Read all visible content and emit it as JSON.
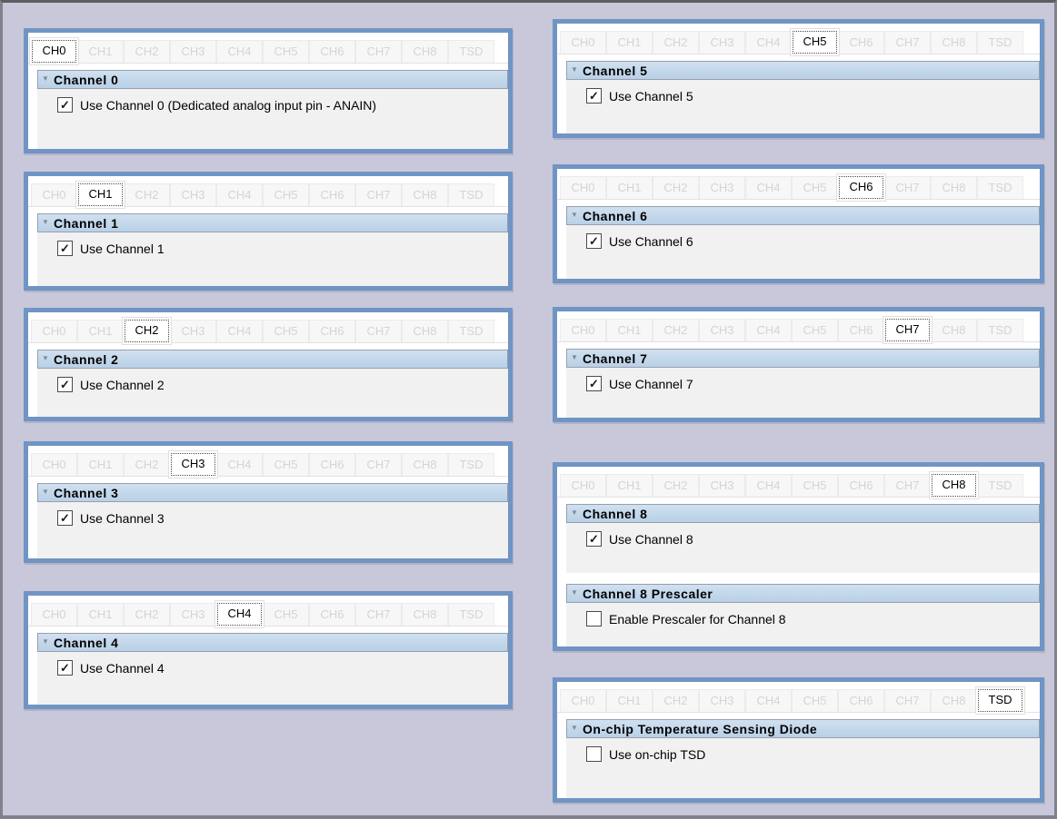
{
  "tabs": [
    "CH0",
    "CH1",
    "CH2",
    "CH3",
    "CH4",
    "CH5",
    "CH6",
    "CH7",
    "CH8",
    "TSD"
  ],
  "panels": [
    {
      "selected": "CH0",
      "sections": [
        {
          "title": "Channel 0",
          "items": [
            {
              "label": "Use Channel 0 (Dedicated analog input pin - ANAIN)",
              "checked": true
            }
          ]
        }
      ]
    },
    {
      "selected": "CH1",
      "sections": [
        {
          "title": "Channel 1",
          "items": [
            {
              "label": "Use Channel 1",
              "checked": true
            }
          ]
        }
      ]
    },
    {
      "selected": "CH2",
      "sections": [
        {
          "title": "Channel 2",
          "items": [
            {
              "label": "Use Channel 2",
              "checked": true
            }
          ]
        }
      ]
    },
    {
      "selected": "CH3",
      "sections": [
        {
          "title": "Channel 3",
          "items": [
            {
              "label": "Use Channel 3",
              "checked": true
            }
          ]
        }
      ]
    },
    {
      "selected": "CH4",
      "sections": [
        {
          "title": "Channel 4",
          "items": [
            {
              "label": "Use Channel 4",
              "checked": true
            }
          ]
        }
      ]
    },
    {
      "selected": "CH5",
      "sections": [
        {
          "title": "Channel 5",
          "items": [
            {
              "label": "Use Channel 5",
              "checked": true
            }
          ]
        }
      ]
    },
    {
      "selected": "CH6",
      "sections": [
        {
          "title": "Channel 6",
          "items": [
            {
              "label": "Use Channel 6",
              "checked": true
            }
          ]
        }
      ]
    },
    {
      "selected": "CH7",
      "sections": [
        {
          "title": "Channel 7",
          "items": [
            {
              "label": "Use Channel 7",
              "checked": true
            }
          ]
        }
      ]
    },
    {
      "selected": "CH8",
      "sections": [
        {
          "title": "Channel 8",
          "items": [
            {
              "label": "Use Channel 8",
              "checked": true
            }
          ]
        },
        {
          "title": "Channel 8 Prescaler",
          "items": [
            {
              "label": "Enable Prescaler for Channel 8",
              "checked": false
            }
          ]
        }
      ]
    },
    {
      "selected": "TSD",
      "sections": [
        {
          "title": "On-chip Temperature Sensing Diode",
          "items": [
            {
              "label": "Use on-chip TSD",
              "checked": false
            }
          ]
        }
      ]
    }
  ],
  "glyphs": {
    "check": "✓",
    "collapse_triangle": "▼"
  },
  "colors": {
    "page_background": "#c8c8da",
    "page_frame": "#81818b",
    "panel_border": "#7094c4",
    "panel_background": "#ffffff",
    "tab_text_dimmed": "#d4d4d4",
    "tab_background": "#f7f7f7",
    "tab_selected_text": "#000000",
    "section_header_fill": "#c3d8ec",
    "section_header_border": "#96a0ae",
    "section_body_background": "#f1f1f1",
    "checkbox_border": "#4a4a4a"
  }
}
